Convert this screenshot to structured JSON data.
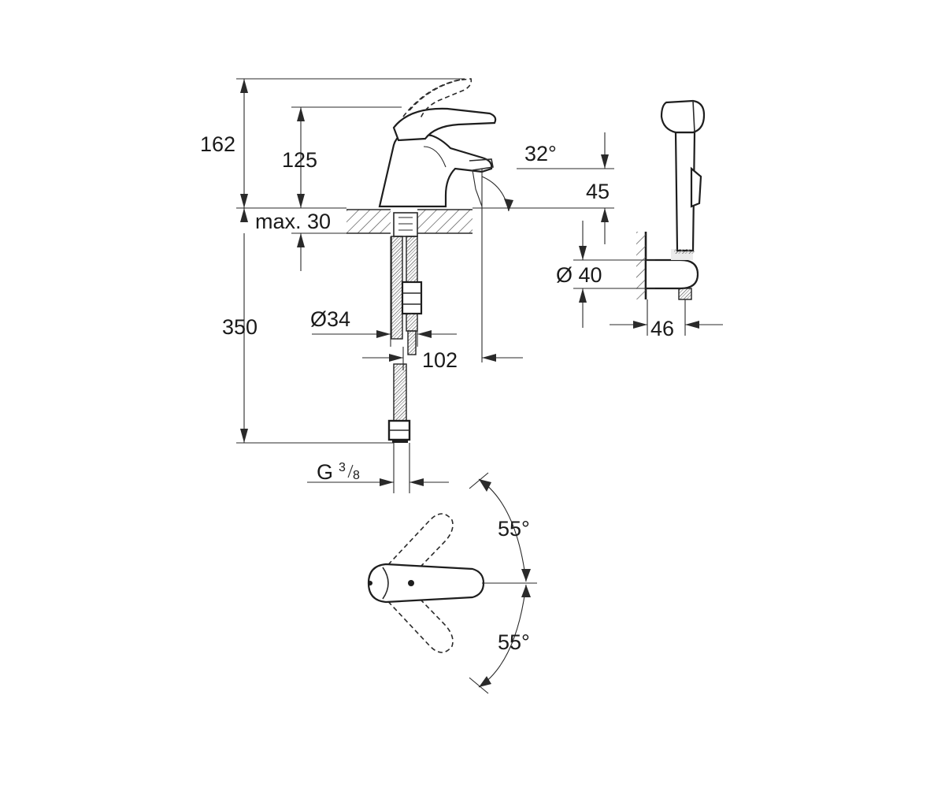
{
  "dimensions": {
    "total_height": "162",
    "handle_height": "125",
    "spout_height": "45",
    "spout_angle": "32°",
    "max_deck": "max. 30",
    "hose_length": "350",
    "hole_diameter": "Ø34",
    "spout_reach": "102",
    "connection_g": "G",
    "connection_num": "3",
    "connection_den": "8",
    "holder_diameter": "Ø 40",
    "holder_depth": "46",
    "lever_left": "55°",
    "lever_right": "55°"
  },
  "colors": {
    "line": "#2a2a2a",
    "hatch": "#555555",
    "background": "#ffffff"
  }
}
